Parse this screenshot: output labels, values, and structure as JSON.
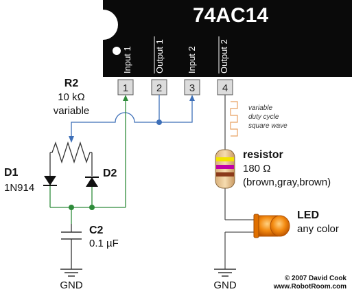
{
  "chip": {
    "name": "74AC14",
    "pins": [
      {
        "number": "1",
        "label": "Input 1",
        "inverted": false
      },
      {
        "number": "2",
        "label": "Output 1",
        "inverted": true
      },
      {
        "number": "3",
        "label": "Input 2",
        "inverted": false
      },
      {
        "number": "4",
        "label": "Output 2",
        "inverted": true
      }
    ]
  },
  "components": {
    "r2": {
      "ref": "R2",
      "value": "10 kΩ",
      "note": "variable"
    },
    "d1": {
      "ref": "D1",
      "part": "1N914"
    },
    "d2": {
      "ref": "D2"
    },
    "c2": {
      "ref": "C2",
      "value": "0.1 µF"
    },
    "resistor": {
      "ref": "resistor",
      "value": "180 Ω",
      "colors": "(brown,gray,brown)",
      "bands": [
        "#f2e400",
        "#c000a8",
        "#8b3a1a"
      ]
    },
    "led": {
      "ref": "LED",
      "note": "any color",
      "color": "#f07800"
    }
  },
  "waveform": {
    "lines": [
      "variable",
      "duty cycle",
      "square wave"
    ],
    "color": "#e8a060"
  },
  "grounds": [
    "GND",
    "GND"
  ],
  "colors": {
    "wire_input": "#2e8b3a",
    "wire_output": "#3d6fb8",
    "chip": "#0a0a0a",
    "wire_plain": "#555555"
  },
  "credits": {
    "line1": "© 2007 David Cook",
    "line2": "www.RobotRoom.com"
  }
}
